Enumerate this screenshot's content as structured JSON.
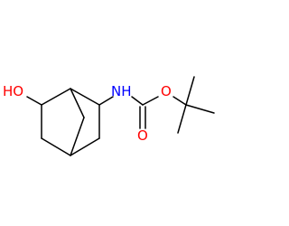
{
  "molecule": {
    "atoms": {
      "hydroxyl": {
        "text": "HO",
        "color": "#ff0000"
      },
      "amine": {
        "text": "NH",
        "color": "#0000ff"
      },
      "ester_oxygen": {
        "text": "O",
        "color": "#ff0000"
      },
      "carbonyl_oxygen": {
        "text": "O",
        "color": "#ff0000"
      }
    },
    "bond_color": "#000000"
  }
}
